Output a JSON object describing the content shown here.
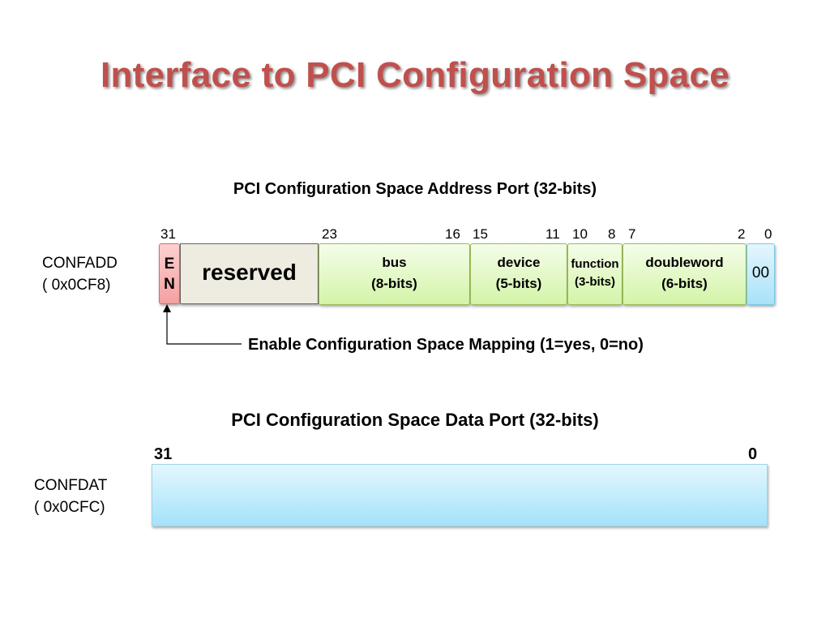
{
  "title": "Interface to PCI Configuration Space",
  "address_port": {
    "caption": "PCI Configuration Space Address Port (32-bits)",
    "register_name": "CONFADD",
    "register_addr": "( 0x0CF8)",
    "bit_labels": [
      "31",
      "23",
      "16",
      "15",
      "11",
      "10",
      "8",
      "7",
      "2",
      "0"
    ],
    "fields": {
      "en": {
        "line1": "E",
        "line2": "N"
      },
      "reserved": {
        "label": "reserved"
      },
      "bus": {
        "name": "bus",
        "size": "(8-bits)"
      },
      "device": {
        "name": "device",
        "size": "(5-bits)"
      },
      "function": {
        "name": "function",
        "size": "(3-bits)"
      },
      "doubleword": {
        "name": "doubleword",
        "size": "(6-bits)"
      },
      "low": {
        "label": "00"
      }
    },
    "enable_note": "Enable Configuration Space Mapping (1=yes, 0=no)"
  },
  "data_port": {
    "caption": "PCI Configuration Space Data Port (32-bits)",
    "register_name": "CONFDAT",
    "register_addr": "( 0x0CFC)",
    "bit_high": "31",
    "bit_low": "0"
  },
  "colors": {
    "title": "#c0504d",
    "field_green": "#d4f4a8",
    "field_en": "#f4a0a0",
    "field_blue": "#a8e2f8",
    "field_reserved": "#eeebe0"
  }
}
